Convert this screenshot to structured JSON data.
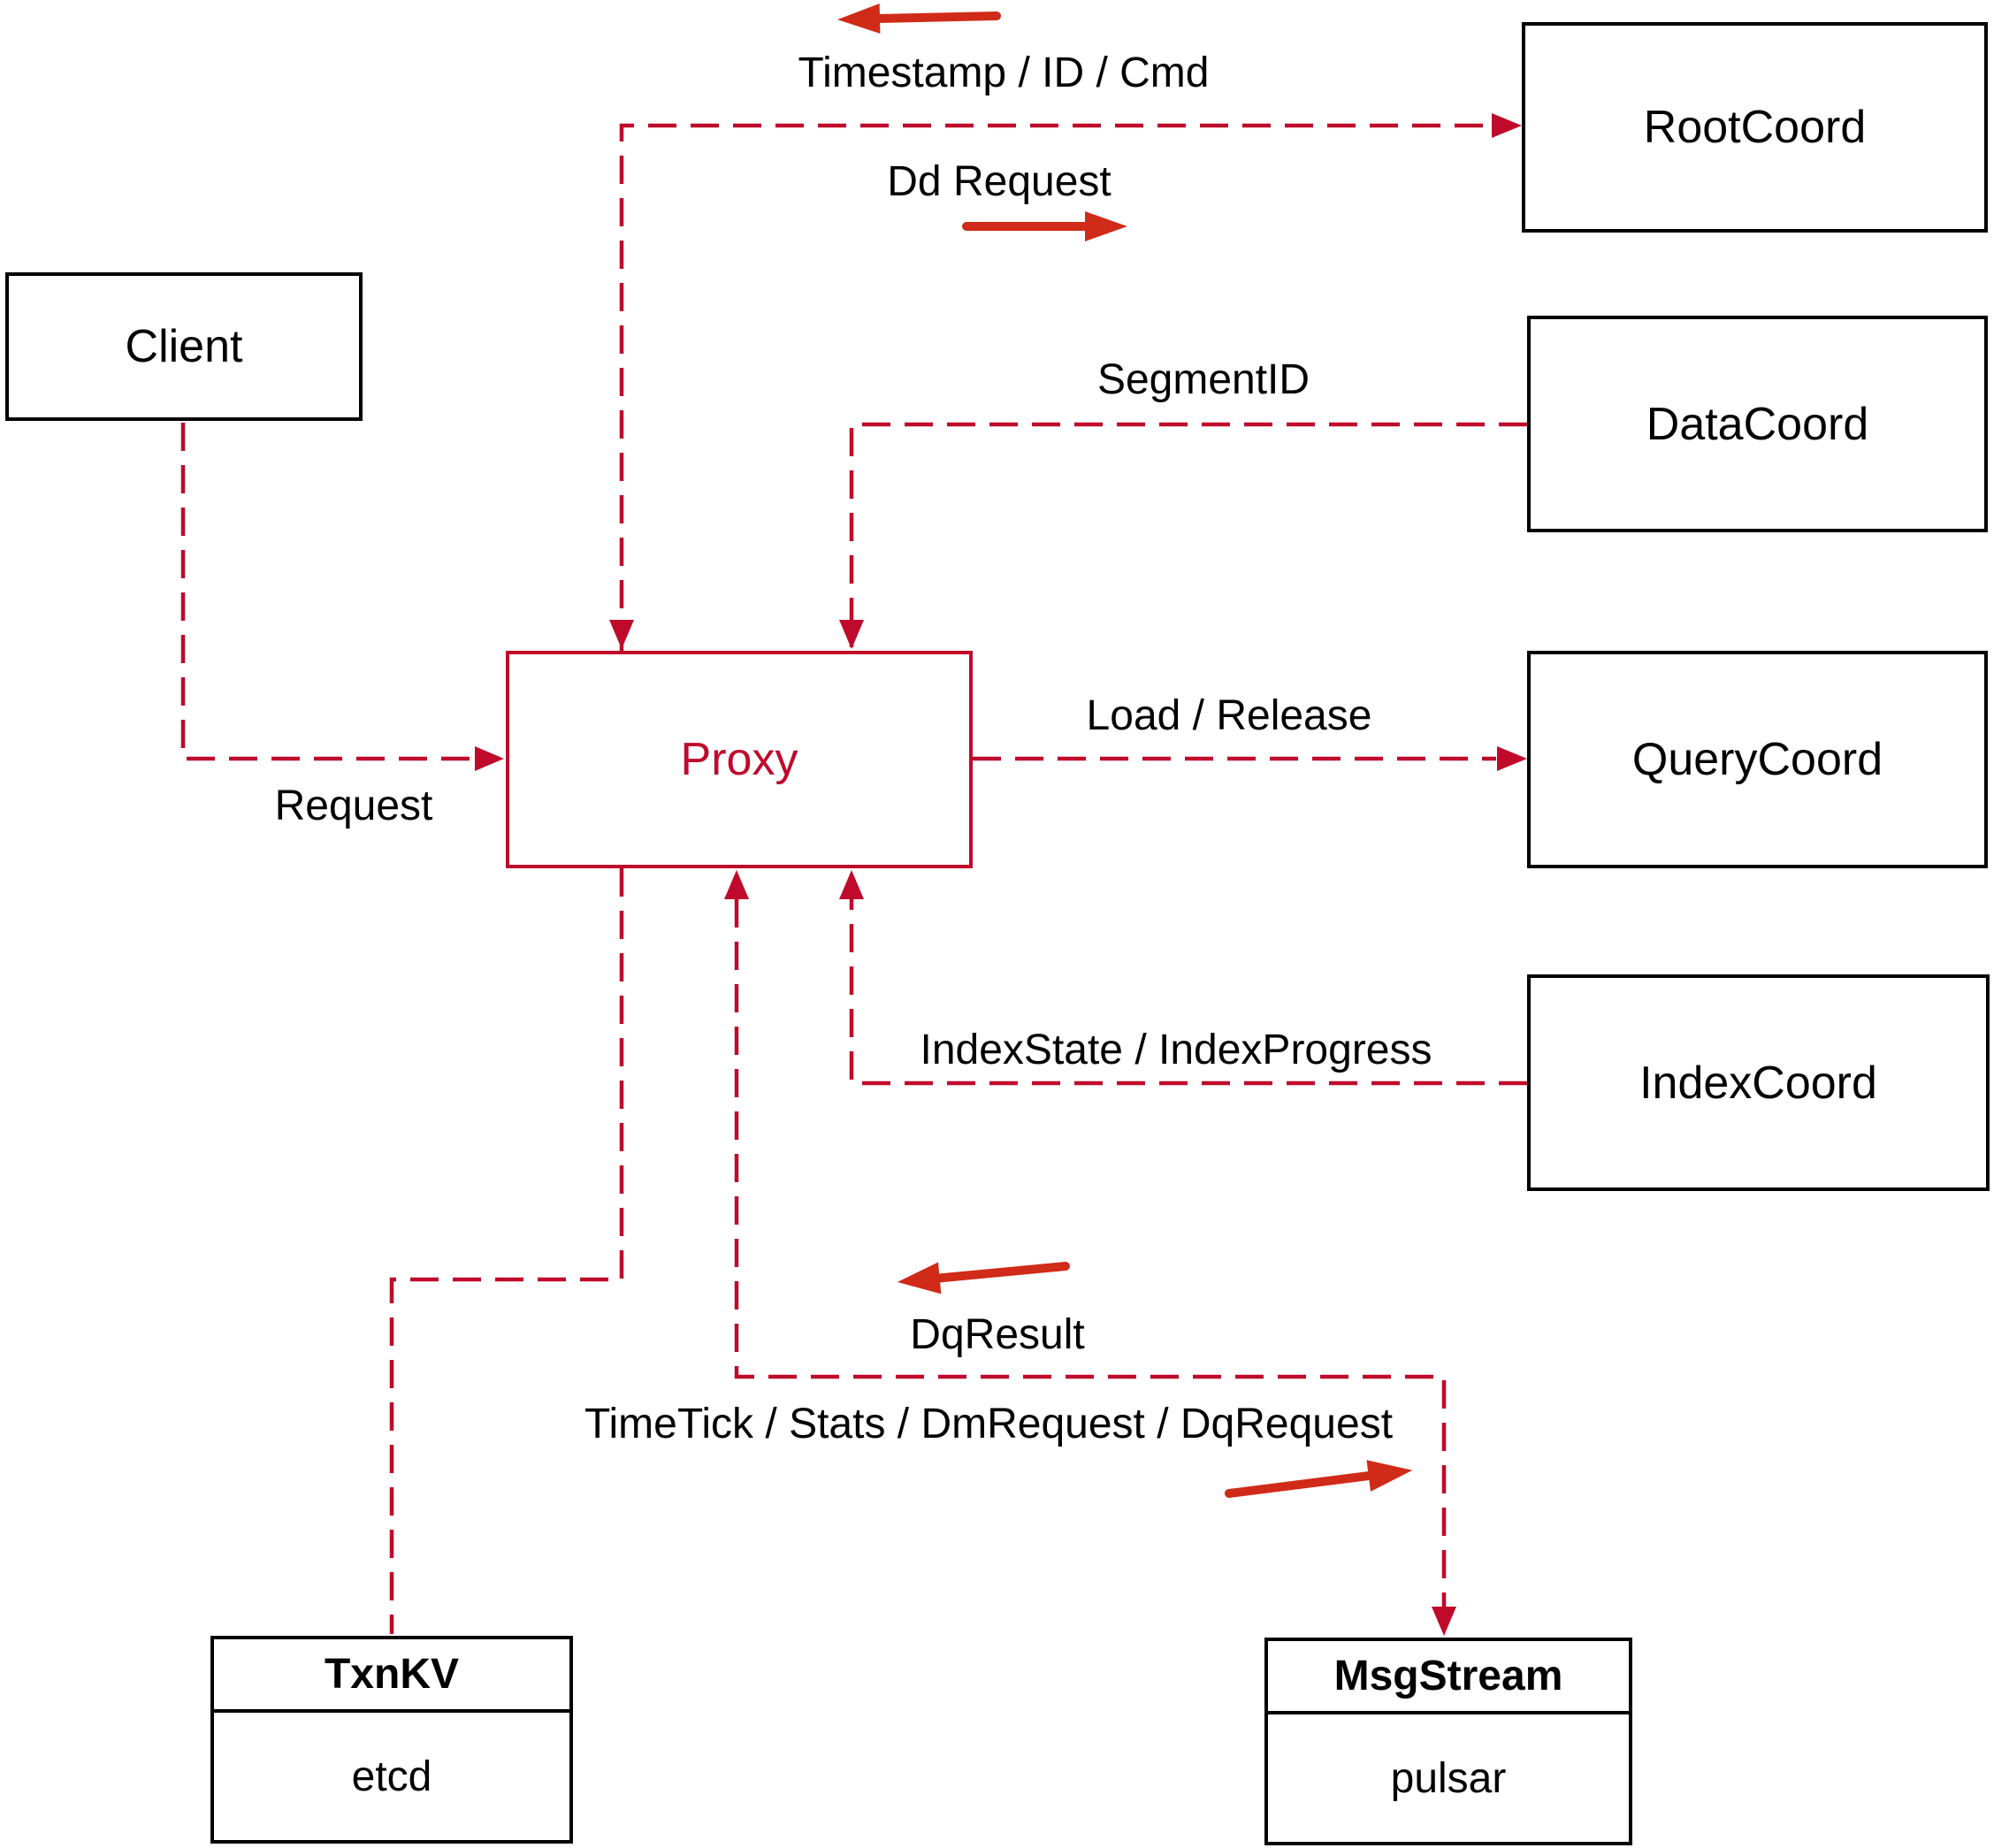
{
  "colors": {
    "dashed_line": "#bf0a2b",
    "solid_arrow": "#cf2b18",
    "box_border": "#000000",
    "text": "#000000"
  },
  "nodes": {
    "client": {
      "label": "Client"
    },
    "proxy": {
      "label": "Proxy"
    },
    "rootcoord": {
      "label": "RootCoord"
    },
    "datacoord": {
      "label": "DataCoord"
    },
    "querycoord": {
      "label": "QueryCoord"
    },
    "indexcoord": {
      "label": "IndexCoord"
    },
    "txnkv": {
      "title": "TxnKV",
      "subtitle": "etcd"
    },
    "msgstream": {
      "title": "MsgStream",
      "subtitle": "pulsar"
    }
  },
  "edge_labels": {
    "timestamp_id_cmd": "Timestamp / ID / Cmd",
    "dd_request": "Dd Request",
    "segment_id": "SegmentID",
    "request": "Request",
    "load_release": "Load / Release",
    "index_state": "IndexState / IndexProgress",
    "dq_result": "DqResult",
    "time_tick": "TimeTick / Stats / DmRequest / DqRequest"
  }
}
